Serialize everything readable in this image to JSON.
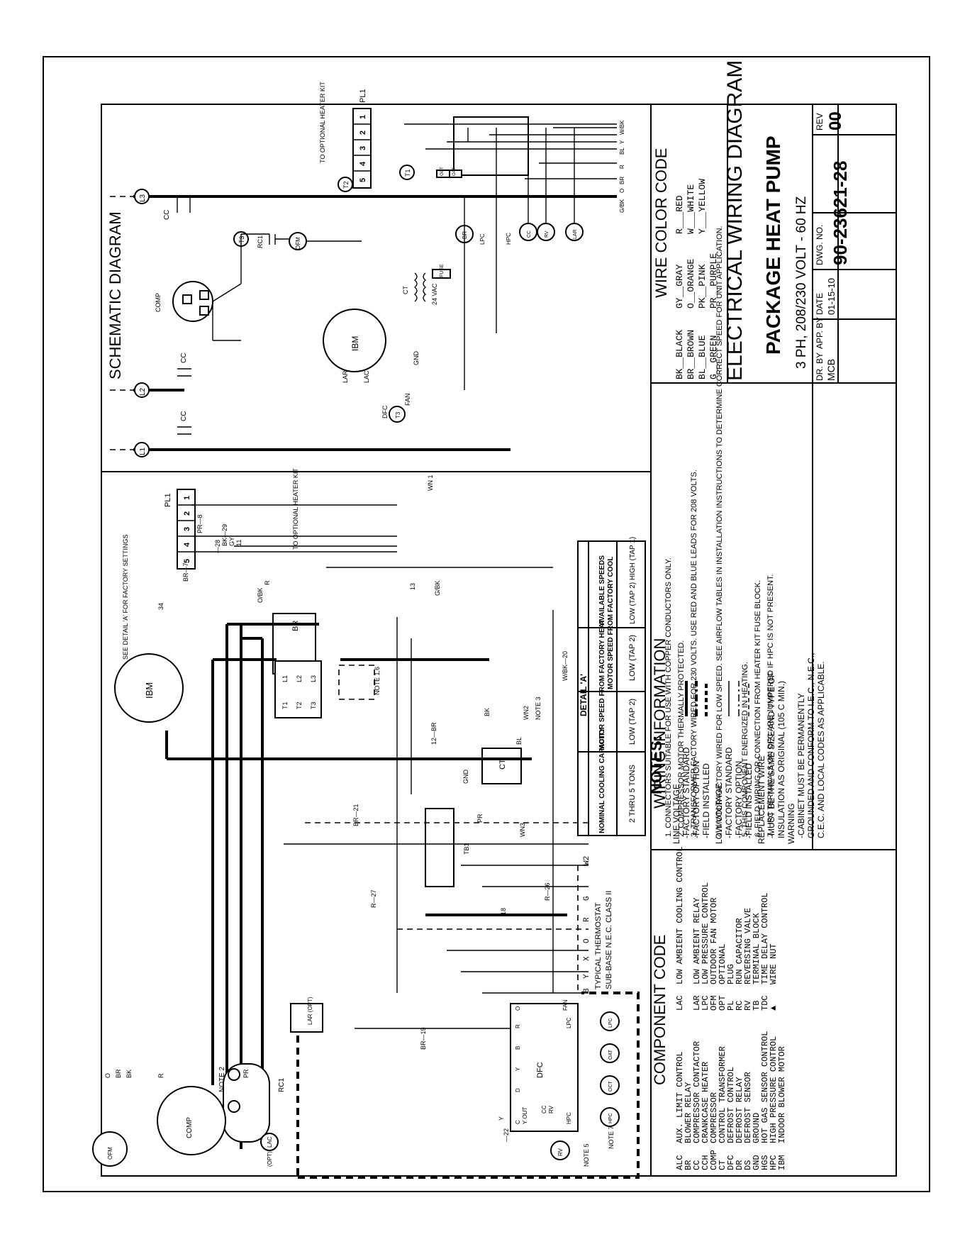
{
  "title_block": {
    "main_title": "ELECTRICAL WIRING DIAGRAM",
    "product": "PACKAGE HEAT PUMP",
    "electrical": "3 PH, 208/230 VOLT - 60 HZ",
    "dr_by_label": "DR. BY",
    "dr_by": "MCB",
    "app_by_label": "APP. BY",
    "date_label": "DATE",
    "date": "01-15-10",
    "dwg_no_label": "DWG. NO.",
    "dwg_no": "90-23621-28",
    "rev_label": "REV",
    "rev": "00"
  },
  "schematic": {
    "heading": "SCHEMATIC DIAGRAM",
    "heater_kit_note": "TO OPTIONAL HEATER KIT",
    "plug_label": "PL1",
    "plug_pins": [
      "1",
      "2",
      "3",
      "4",
      "5"
    ],
    "wire_tags": [
      "W/BK",
      "Y",
      "BL",
      "R",
      "BR",
      "O",
      "G/BK"
    ],
    "labels": {
      "l1": "L1",
      "l2": "L2",
      "l3": "L3",
      "t1": "T1",
      "t2": "T2",
      "t3": "T3",
      "cc1": "CC",
      "cc2": "CC",
      "cc3": "CC",
      "comp": "COMP",
      "lar": "LAR (OPT)",
      "lac": "LAC (OPT)",
      "dfc": "DFC",
      "fan": "FAN",
      "ofm": "OFM",
      "rc": "RC1",
      "ibm": "IBM",
      "gnd": "GND",
      "ct": "CT",
      "vac": "24 VAC",
      "fuse": "FUSE",
      "br": "BR",
      "lpc": "LPC",
      "hpc": "HPC",
      "cc_coil": "CC",
      "rv": "RV",
      "lar_coil": "LAR",
      "dft": "DFT",
      "oat": "OAT",
      "oct": "OCT"
    }
  },
  "wiring": {
    "plug_label": "PL1",
    "plug_pins": [
      "1",
      "2",
      "3",
      "4",
      "5"
    ],
    "heater_kit_note": "TO OPTIONAL HEATER KIT",
    "detail_note": "SEE DETAIL 'A' FOR FACTORY SETTINGS",
    "wire_labels": [
      "PR—8",
      "BR—7",
      "—28",
      "BK—29",
      "GY",
      "11",
      "34",
      "O/BK",
      "R",
      "13",
      "G/BK",
      "W/BK—20",
      "12—BR",
      "BK",
      "BL",
      "WN2",
      "NOTE 3",
      "BR—21",
      "R—27",
      "18",
      "R—26",
      "WN3",
      "PR",
      "BR—19",
      "Y",
      "—22",
      "O",
      "BR",
      "BK",
      "R",
      "PR",
      "TB1",
      "GND",
      "CT",
      "WN 1"
    ],
    "note_labels": {
      "note1_6": "NOTE 1,6",
      "note2": "NOTE 2",
      "note5": "NOTE 5",
      "note7": "NOTE 7"
    },
    "components": {
      "ibm": "IBM",
      "comp": "COMP",
      "ofm": "OFM",
      "rc": "RC1",
      "lar": "LAR (OPT)",
      "lac": "LAC",
      "lac_opt": "(OPT)",
      "dfc": "DFC",
      "fan": "FAN",
      "rv": "RV",
      "hpc": "HPC",
      "oct": "OCT",
      "oat": "OAT",
      "lpc": "LPC",
      "br_relay": "BR"
    },
    "contactor_terminals": [
      "L1",
      "L2",
      "L3",
      "T1",
      "T2",
      "T3"
    ],
    "dfc_terminals": [
      "C",
      "Y OUT",
      "D",
      "Y",
      "B",
      "R",
      "O",
      "CC",
      "RV",
      "HPC",
      "LPC",
      "FAN"
    ],
    "thermostat": {
      "terminals": [
        "W2",
        "G",
        "R",
        "O",
        "X",
        "Y",
        "B"
      ],
      "caption_1": "TYPICAL THERMOSTAT",
      "caption_2": "SUB-BASE N.E.C. CLASS II"
    }
  },
  "detail_a": {
    "title": "DETAIL 'A'",
    "headers": [
      "NOMINAL COOLING CAPACITY",
      "MOTOR SPEED FROM FACTORY HEAT",
      "MOTOR SPEED FROM FACTORY COOL",
      "AVAILABLE SPEEDS"
    ],
    "row": [
      "2 THRU 5 TONS",
      "LOW (TAP 2)",
      "LOW (TAP 2)",
      "LOW (TAP 2) HIGH (TAP 1)"
    ]
  },
  "notes": {
    "heading": "NOTES:",
    "items": [
      "1. CONNECTORS SUITABLE FOR USE WITH COPPER CONDUCTORS ONLY.",
      "2. COMPRESSOR MOTOR THERMALLY PROTECTED.",
      "3. TRANSFORMER FACTORY WIRED FOR 230 VOLTS. USE RED AND BLUE LEADS FOR 208 VOLTS.",
      "4. MOTOR FACTORY WIRED FOR LOW SPEED. SEE AIRFLOW TABLES IN INSTALLATION INSTRUCTIONS TO DETERMINE CORRECT SPEED FOR UNIT APPLICATION.",
      "5. THIS COMPONENT ENERGIZED IN HEATING.",
      "6. FIELD WIRING OR CONNECTION FROM HEATER KIT FUSE BLOCK.",
      "7. HPC TERMINALS ON DFC ARE JUMPERED IF HPC IS NOT PRESENT."
    ]
  },
  "component_code": {
    "heading": "COMPONENT CODE",
    "left": [
      [
        "ALC",
        "AUX. LIMIT CONTROL"
      ],
      [
        "BR",
        "BLOWER RELAY"
      ],
      [
        "CC",
        "COMPRESSOR CONTACTOR"
      ],
      [
        "CCH",
        "CRANKCASE HEATER"
      ],
      [
        "COMP",
        "COMPRESSOR"
      ],
      [
        "CT",
        "CONTROL TRANSFORMER"
      ],
      [
        "DFC",
        "DEFROST CONTROL"
      ],
      [
        "DR",
        "DEFROST RELAY"
      ],
      [
        "DS",
        "DEFROST SENSOR"
      ],
      [
        "GND",
        "GROUND"
      ],
      [
        "HGS",
        "HOT GAS SENSOR CONTROL"
      ],
      [
        "HPC",
        "HIGH PRESSURE CONTROL"
      ],
      [
        "IBM",
        "INDOOR BLOWER MOTOR"
      ]
    ],
    "right": [
      [
        "LAC",
        "LOW AMBIENT COOLING CONTROL"
      ],
      [
        "LAR",
        "LOW AMBIENT RELAY"
      ],
      [
        "LPC",
        "LOW PRESSURE CONTROL"
      ],
      [
        "OFM",
        "OUTDOOR FAN MOTOR"
      ],
      [
        "OPT",
        "OPTIONAL"
      ],
      [
        "PL",
        "PLUG"
      ],
      [
        "RC",
        "RUN CAPACITOR"
      ],
      [
        "RV",
        "REVERSING VALVE"
      ],
      [
        "TB",
        "TERMINAL BLOCK"
      ],
      [
        "TDC",
        "TIME DELAY CONTROL"
      ],
      [
        "▲",
        "WIRE NUT"
      ]
    ]
  },
  "wiring_information": {
    "heading": "WIRING INFORMATION",
    "line_voltage": "LINE VOLTAGE",
    "lv_items": [
      "-FACTORY STANDARD",
      "-FACTORY OPTION",
      "-FIELD INSTALLED"
    ],
    "low_voltage": "LOW VOLTAGE",
    "low_items": [
      "-FACTORY STANDARD",
      "-FACTORY OPTION",
      "-FIELD INSTALLED"
    ],
    "replacement": "REPLACEMENT WIRE",
    "replacement_text": [
      "-MUST BE THE SAME SIZE AND TYPE OF",
      "INSULATION AS ORIGINAL (105 C MIN.)"
    ],
    "warning": "WARNING",
    "warning_text": [
      "-CABINET MUST BE PERMANENTLY",
      "GROUNDED AND CONFORM TO I.E.C., N.E.C.,",
      "C.E.C. AND LOCAL CODES AS APPLICABLE."
    ]
  },
  "wire_color_code": {
    "heading": "WIRE COLOR CODE",
    "col1": [
      "BK__BLACK",
      "BR__BROWN",
      "BL__BLUE",
      "G__GREEN"
    ],
    "col2": [
      "GY__GRAY",
      "O__ORANGE",
      "PK__PINK",
      "PR__PURPLE"
    ],
    "col3": [
      "R___RED",
      "W___WHITE",
      "Y___YELLOW"
    ]
  }
}
